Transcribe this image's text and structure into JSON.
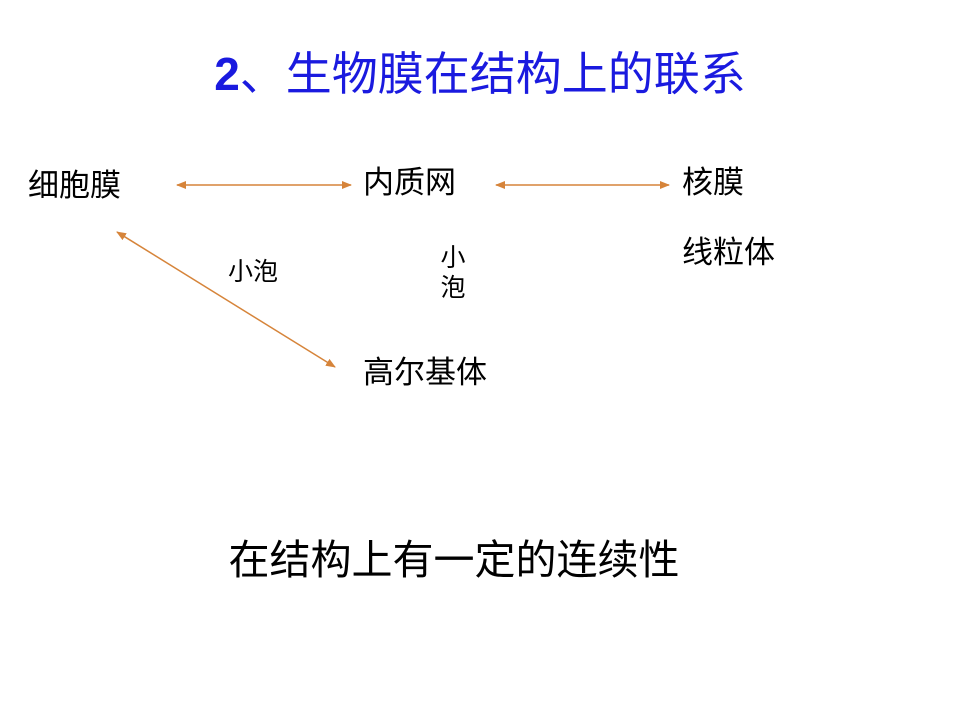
{
  "title": {
    "number": "2",
    "text": "、生物膜在结构上的联系",
    "color": "#1a1adf"
  },
  "nodes": {
    "cell_membrane": "细胞膜",
    "er": "内质网",
    "nuclear_membrane": "核膜",
    "mitochondria": "线粒体",
    "golgi": "高尔基体"
  },
  "edge_labels": {
    "vesicle_diagonal": "小泡",
    "vesicle_vertical": "小泡"
  },
  "conclusion": "在结构上有一定的连续性",
  "colors": {
    "arrow": "#d6843a",
    "text": "#000000"
  }
}
